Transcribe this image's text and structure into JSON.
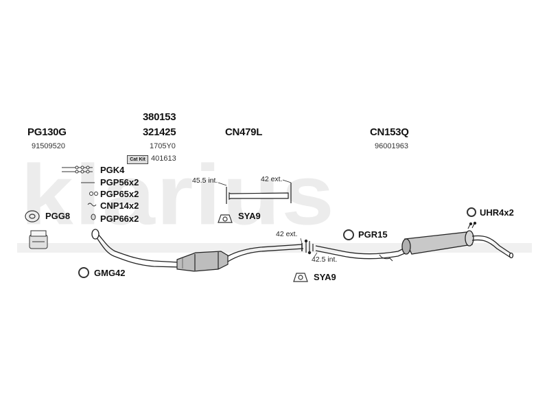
{
  "watermark": "klarius",
  "assemblies": [
    {
      "id": "a1",
      "code": "PG130G",
      "number": "91509520"
    },
    {
      "id": "a2",
      "codes": [
        "380153",
        "321425"
      ],
      "number": "1705Y0"
    },
    {
      "id": "a3",
      "code": "CN479L"
    },
    {
      "id": "a4",
      "code": "CN153Q",
      "number": "96001963"
    }
  ],
  "cat_kit": {
    "label": "Cat Kit",
    "number": "401613"
  },
  "hardware": [
    "PGK4",
    "PGP56x2",
    "PGP65x2",
    "CNP14x2",
    "PGP66x2",
    "PGG8",
    "GMG42",
    "SYA9",
    "SYA9",
    "PGR15",
    "UHR4x2"
  ],
  "dimensions": [
    "45.5 int.",
    "42 ext.",
    "42 ext.",
    "42.5 int."
  ]
}
